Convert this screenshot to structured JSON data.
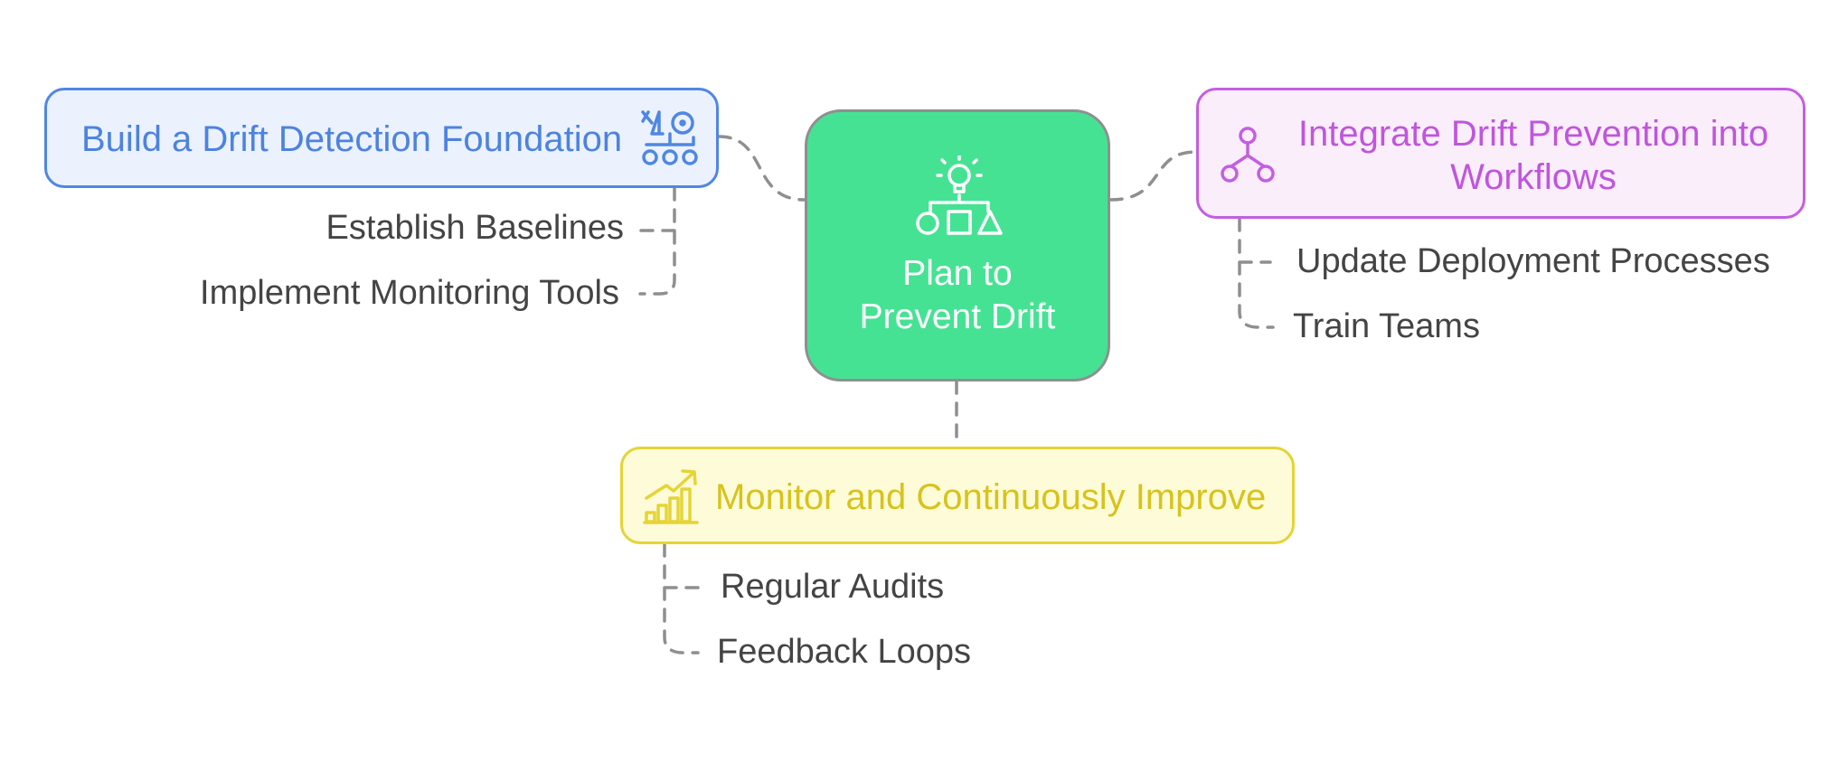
{
  "center": {
    "title_line1": "Plan to",
    "title_line2": "Prevent Drift",
    "icon": "lightbulb-shapes-icon"
  },
  "branches": [
    {
      "title": "Build a Drift Detection Foundation",
      "icon": "rover-icon",
      "color": "#4f87e3",
      "items": [
        "Establish Baselines",
        "Implement Monitoring Tools"
      ]
    },
    {
      "title_line1": "Integrate Drift Prevention into",
      "title_line2": "Workflows",
      "icon": "branch-nodes-icon",
      "color": "#c45ee0",
      "items": [
        "Update Deployment Processes",
        "Train Teams"
      ]
    },
    {
      "title": "Monitor and Continuously Improve",
      "icon": "growth-chart-icon",
      "color": "#e5d436",
      "items": [
        "Regular Audits",
        "Feedback Loops"
      ]
    }
  ],
  "colors": {
    "center_fill": "#46e294",
    "connector": "#8f8f8f",
    "leaf_text": "#444444"
  }
}
